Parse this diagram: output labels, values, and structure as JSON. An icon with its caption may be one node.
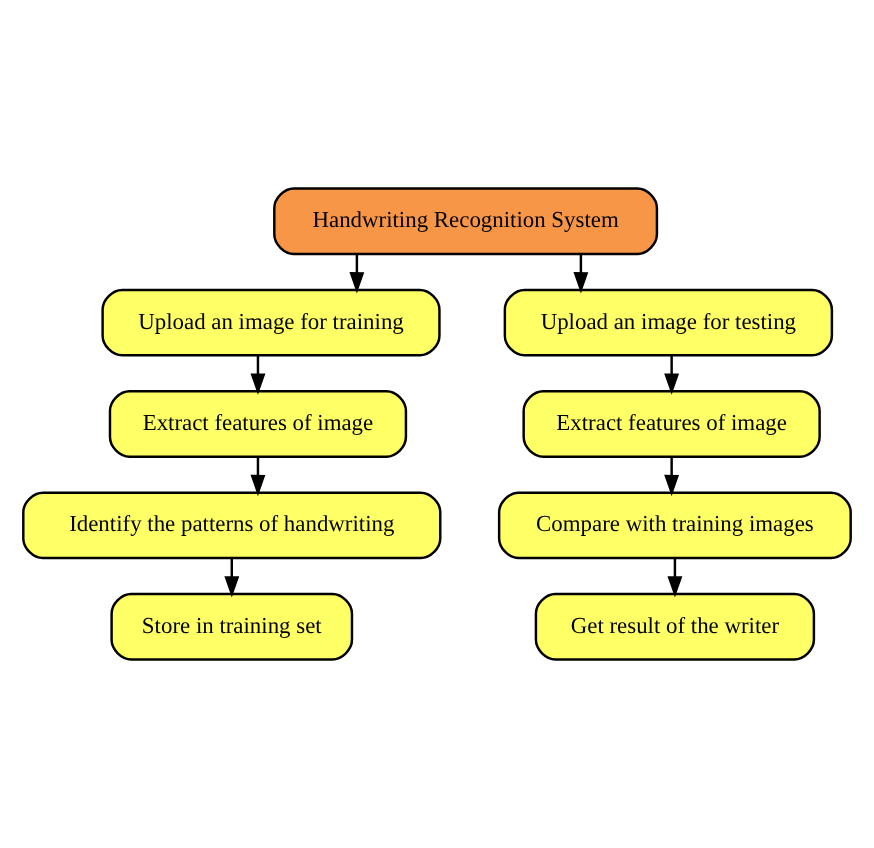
{
  "diagram": {
    "nodes": [
      {
        "text": [
          "Handwriting Recognition System"
        ]
      },
      {
        "text": [
          "Upload an image for training"
        ]
      },
      {
        "text": [
          "Extract features of image"
        ]
      },
      {
        "text": [
          "Identify the patterns of handwriting"
        ]
      },
      {
        "text": [
          "Store in training set"
        ]
      },
      {
        "text": [
          "Upload an image for testing"
        ]
      },
      {
        "text": [
          "Extract features of image"
        ]
      },
      {
        "text": [
          "Compare with training images"
        ]
      },
      {
        "text": [
          "Get result of the writer"
        ]
      }
    ],
    "edges": [
      {
        "from": 0,
        "to": 1,
        "arrow": "to"
      },
      {
        "from": 0,
        "to": 5,
        "arrow": "to"
      },
      {
        "from": 1,
        "to": 2,
        "arrow": "to"
      },
      {
        "from": 2,
        "to": 3,
        "arrow": "to"
      },
      {
        "from": 3,
        "to": 4,
        "arrow": "to"
      },
      {
        "from": 5,
        "to": 6,
        "arrow": "to"
      },
      {
        "from": 6,
        "to": 7,
        "arrow": "to"
      },
      {
        "from": 7,
        "to": 8,
        "arrow": "to"
      }
    ]
  }
}
